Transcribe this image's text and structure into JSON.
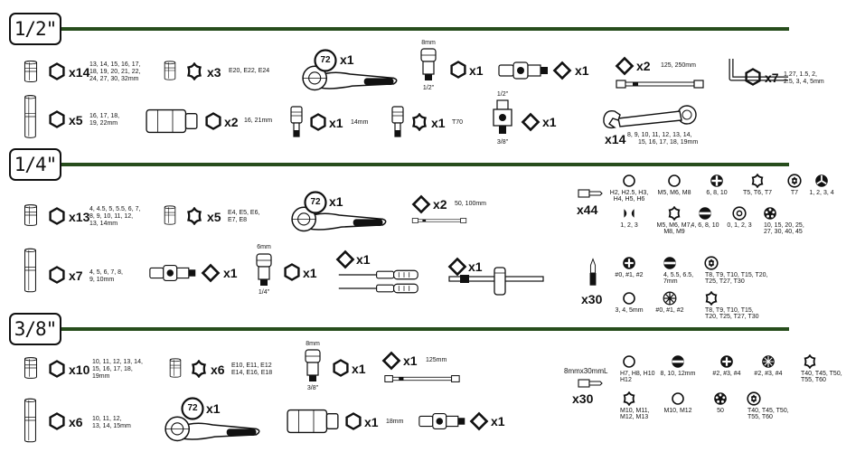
{
  "sections": {
    "half": {
      "title": "1/2\""
    },
    "quarter": {
      "title": "1/4\""
    },
    "threeeighth": {
      "title": "3/8\""
    }
  },
  "colors": {
    "rule_green": "#274d1c",
    "ink": "#111111"
  },
  "half": {
    "sockets_short": {
      "qty": "x14",
      "sizes": [
        "13, 14, 15, 16, 17,",
        "18, 19, 20, 21, 22,",
        "24, 27, 30, 32mm"
      ]
    },
    "torx_sockets": {
      "qty": "x3",
      "sizes": "E20, E22, E24"
    },
    "ratchet": {
      "teeth": "72",
      "qty": "x1"
    },
    "adapter": {
      "top": "8mm",
      "bottom": "1/2\"",
      "qty": "x1"
    },
    "universal_joint": {
      "qty": "x1"
    },
    "extensions": {
      "qty": "x2",
      "sizes": "125, 250mm"
    },
    "hex_keys": {
      "qty": "x7",
      "sizes": [
        "1.27, 1.5, 2,",
        "2.5, 3, 4, 5mm"
      ]
    },
    "sockets_deep": {
      "qty": "x5",
      "sizes": [
        "16, 17, 18,",
        "19, 22mm"
      ]
    },
    "spark_sockets": {
      "qty": "x2",
      "sizes": "16, 21mm"
    },
    "hex_bit_socket": {
      "qty": "x1",
      "sizes": "14mm"
    },
    "torx_bit_socket": {
      "qty": "x1",
      "sizes": "T70"
    },
    "reducer": {
      "top": "1/2\"",
      "bottom": "3/8\"",
      "qty": "x1"
    },
    "wrenches": {
      "qty": "x14",
      "sizes": [
        "8, 9, 10, 11, 12, 13, 14,",
        "15, 16, 17, 18, 19mm"
      ]
    }
  },
  "quarter": {
    "sockets_short": {
      "qty": "x13",
      "sizes": [
        "4, 4.5, 5, 5.5, 6, 7,",
        "8, 9, 10, 11, 12,",
        "13, 14mm"
      ]
    },
    "torx_sockets": {
      "qty": "x5",
      "sizes": [
        "E4, E5, E6,",
        "E7, E8"
      ]
    },
    "ratchet": {
      "teeth": "72",
      "qty": "x1"
    },
    "extensions": {
      "qty": "x2",
      "sizes": "50, 100mm"
    },
    "sockets_deep": {
      "qty": "x7",
      "sizes": [
        "4, 5, 6, 7, 8,",
        "9, 10mm"
      ]
    },
    "universal_joint": {
      "qty": "x1"
    },
    "adapter": {
      "top": "6mm",
      "bottom": "1/4\"",
      "qty": "x1"
    },
    "screwdrivers": {
      "qty": "x1"
    },
    "t_handle": {
      "qty": "x1"
    },
    "bits_a": {
      "qty": "x44"
    },
    "bits_b": {
      "qty": "x30"
    },
    "bit_types_a": [
      [
        "H2, H2.5, H3,",
        "H4, H5, H6"
      ],
      [
        "M5, M6, M8"
      ],
      [
        "6, 8, 10"
      ],
      [
        "T5, T6, T7"
      ],
      [
        "T7"
      ],
      [
        "1, 2, 3, 4"
      ],
      [
        "1, 2, 3"
      ],
      [
        "M5, M6, M7,",
        "M8, M9"
      ],
      [
        "4, 6, 8, 10"
      ],
      [
        "0, 1, 2, 3"
      ],
      [
        "10, 15, 20, 25,",
        "27, 30, 40, 45"
      ]
    ],
    "bit_types_b": [
      [
        "#0, #1, #2"
      ],
      [
        "4, 5.5, 6.5,",
        "7mm"
      ],
      [
        "T8, T9, T10, T15, T20,",
        "T25, T27, T30"
      ],
      [
        "3, 4, 5mm"
      ],
      [
        "#0, #1, #2"
      ],
      [
        "T8, T9, T10, T15,",
        "T20, T25, T27, T30"
      ]
    ]
  },
  "threeeighth": {
    "sockets_short": {
      "qty": "x10",
      "sizes": [
        "10, 11, 12, 13, 14,",
        "15, 16, 17, 18,",
        "19mm"
      ]
    },
    "torx_sockets": {
      "qty": "x6",
      "sizes": [
        "E10, E11, E12",
        "E14, E16, E18"
      ]
    },
    "adapter": {
      "top": "8mm",
      "bottom": "3/8\"",
      "qty": "x1"
    },
    "extension": {
      "qty": "x1",
      "sizes": "125mm"
    },
    "bits": {
      "label": "8mmx30mmL",
      "qty": "x30"
    },
    "sockets_deep": {
      "qty": "x6",
      "sizes": [
        "10, 11, 12,",
        "13, 14, 15mm"
      ]
    },
    "ratchet": {
      "teeth": "72",
      "qty": "x1"
    },
    "spark_socket": {
      "qty": "x1",
      "sizes": "18mm"
    },
    "universal_joint": {
      "qty": "x1"
    },
    "bit_types": [
      [
        "H7, H8, H10",
        "H12"
      ],
      [
        "8, 10, 12mm"
      ],
      [
        "#2, #3, #4"
      ],
      [
        "#2, #3, #4"
      ],
      [
        "T40, T45, T50,",
        "T55, T60"
      ],
      [
        "M10, M11,",
        "M12, M13"
      ],
      [
        "M10, M12"
      ],
      [
        "50"
      ],
      [
        "T40, T45, T50,",
        "T55, T60"
      ]
    ]
  }
}
